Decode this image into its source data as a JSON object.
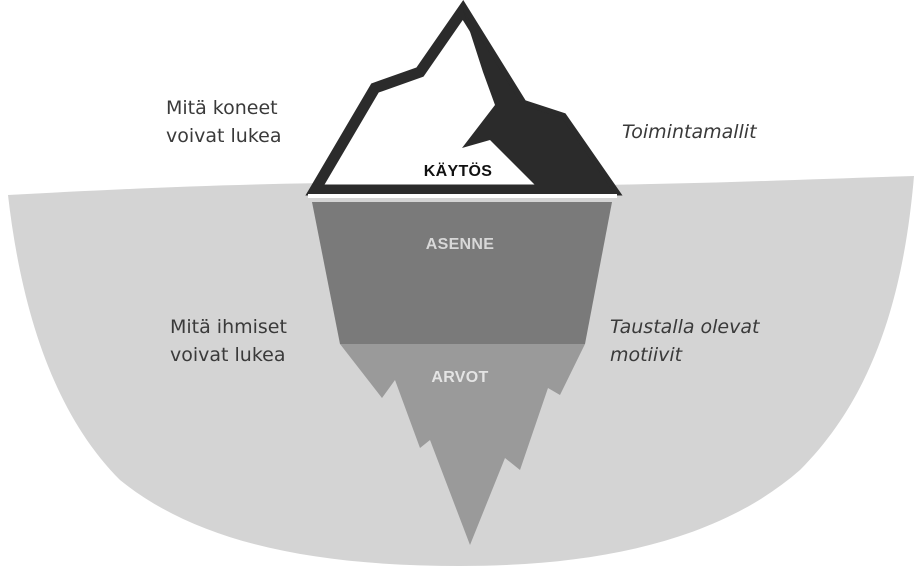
{
  "labels": {
    "machines_read": [
      "Mitä koneet",
      "voivat lukea"
    ],
    "action_models": [
      "Toimintamallit"
    ],
    "humans_read": [
      "Mitä ihmiset",
      "voivat lukea"
    ],
    "background_motives": [
      "Taustalla olevat",
      "motiivit"
    ]
  },
  "layers": {
    "behavior": "KÄYTÖS",
    "attitude": "ASENNE",
    "values": "ARVOT"
  },
  "colors": {
    "water": "#d4d4d4",
    "tip_dark": "#2b2b2b",
    "attitude_band": "#7a7a7a",
    "values_band": "#9a9a9a",
    "label_text": "#3a3a3a"
  }
}
